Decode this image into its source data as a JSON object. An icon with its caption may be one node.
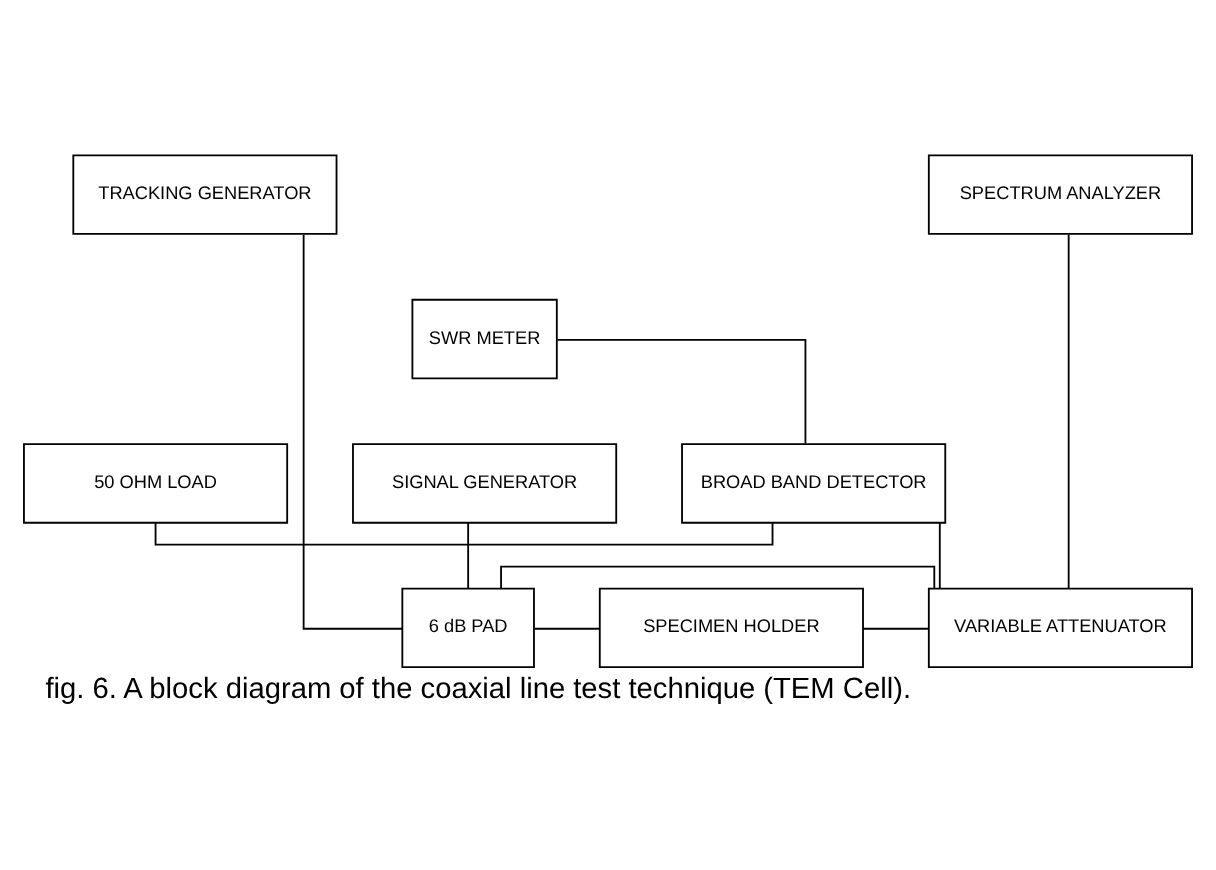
{
  "diagram": {
    "caption": "fig. 6. A block diagram of the coaxial line test technique (TEM Cell).",
    "nodes": [
      {
        "text": [
          "TRACKING GENERATOR"
        ]
      },
      {
        "text": [
          "SPECTRUM ANALYZER"
        ]
      },
      {
        "text": [
          "SWR METER"
        ]
      },
      {
        "text": [
          "SIGNAL GENERATOR"
        ]
      },
      {
        "text": [
          "50 OHM LOAD"
        ]
      },
      {
        "text": [
          "BROAD BAND DETECTOR"
        ]
      },
      {
        "text": [
          "6 dB PAD"
        ]
      },
      {
        "text": [
          "SPECIMEN HOLDER"
        ]
      },
      {
        "text": [
          "VARIABLE ATTENUATOR"
        ]
      }
    ],
    "edges": [
      {
        "from": 0,
        "to": 6,
        "arrow": "none"
      },
      {
        "from": 3,
        "to": 6,
        "arrow": "none"
      },
      {
        "from": 2,
        "to": 5,
        "arrow": "none"
      },
      {
        "from": 4,
        "to": 5,
        "arrow": "none"
      },
      {
        "from": 6,
        "to": 7,
        "arrow": "none"
      },
      {
        "from": 6,
        "to": 8,
        "arrow": "none"
      },
      {
        "from": 7,
        "to": 8,
        "arrow": "none"
      },
      {
        "from": 5,
        "to": 8,
        "arrow": "none"
      },
      {
        "from": 1,
        "to": 8,
        "arrow": "none"
      }
    ]
  }
}
